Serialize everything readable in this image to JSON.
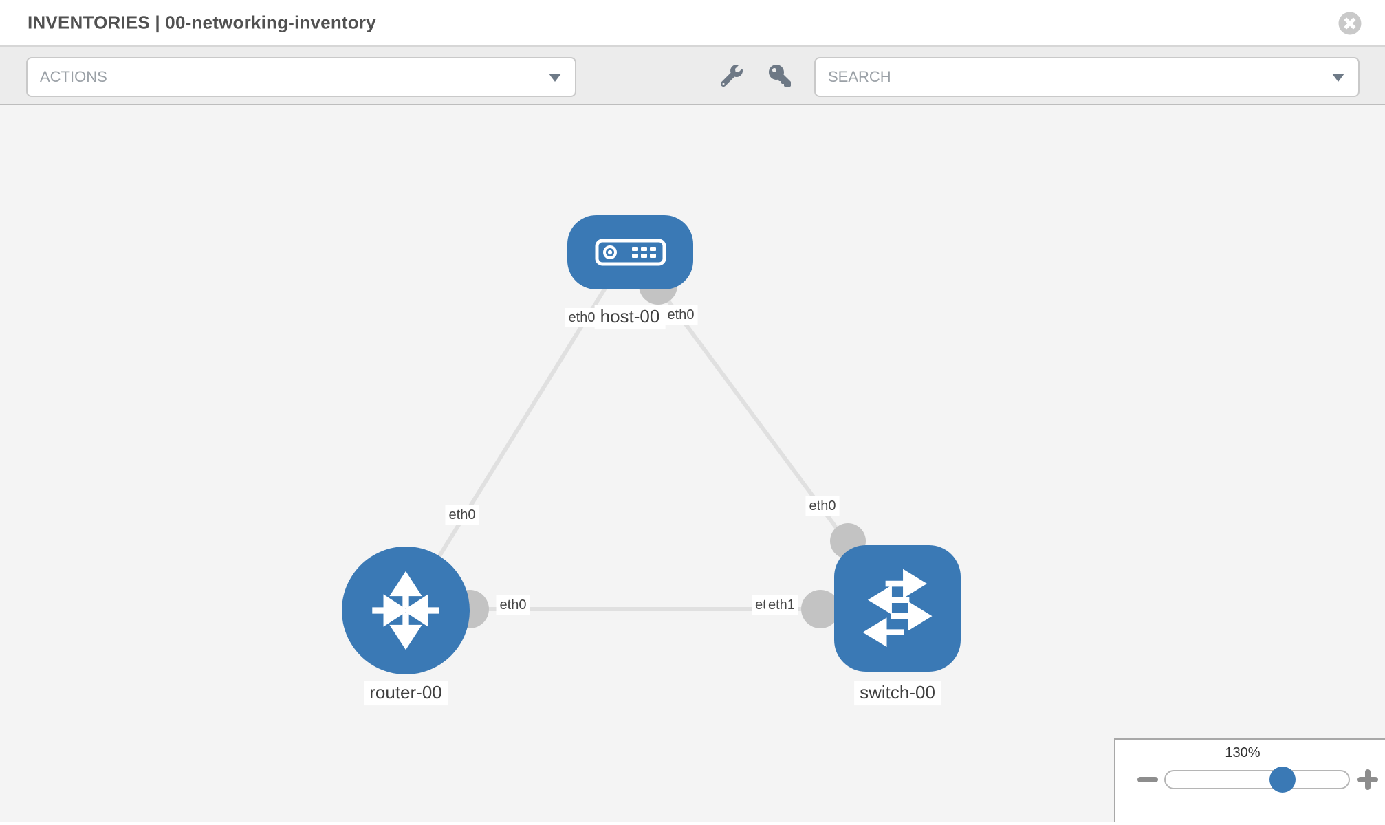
{
  "header": {
    "title": "INVENTORIES | 00-networking-inventory",
    "close_icon": "times-circle-icon"
  },
  "toolbar": {
    "actions_label": "ACTIONS",
    "search_label": "SEARCH",
    "icons": {
      "tools": "wrench-icon",
      "credentials": "key-icon"
    }
  },
  "canvas": {
    "topology": {
      "nodes": [
        {
          "id": "host-00",
          "type": "host",
          "label": "host-00"
        },
        {
          "id": "router-00",
          "type": "router",
          "label": "router-00"
        },
        {
          "id": "switch-00",
          "type": "switch",
          "label": "switch-00"
        }
      ],
      "links": [
        {
          "from": "host-00",
          "from_if": "eth0",
          "to": "router-00",
          "to_if": "eth0"
        },
        {
          "from": "host-00",
          "from_if": "eth0",
          "to": "switch-00",
          "to_if": "eth0"
        },
        {
          "from": "router-00",
          "from_if": "eth0",
          "to": "switch-00",
          "to_if": "eth1",
          "to_if_under": "eth0"
        }
      ]
    },
    "zoom_control": {
      "level": "130%"
    }
  },
  "colors": {
    "node_blue": "#3a79b5",
    "edge_gray": "#e0e0e0",
    "connector_gray": "#c3c3c3",
    "canvas_bg": "#f4f4f4",
    "toolbar_bg": "#ececec"
  }
}
